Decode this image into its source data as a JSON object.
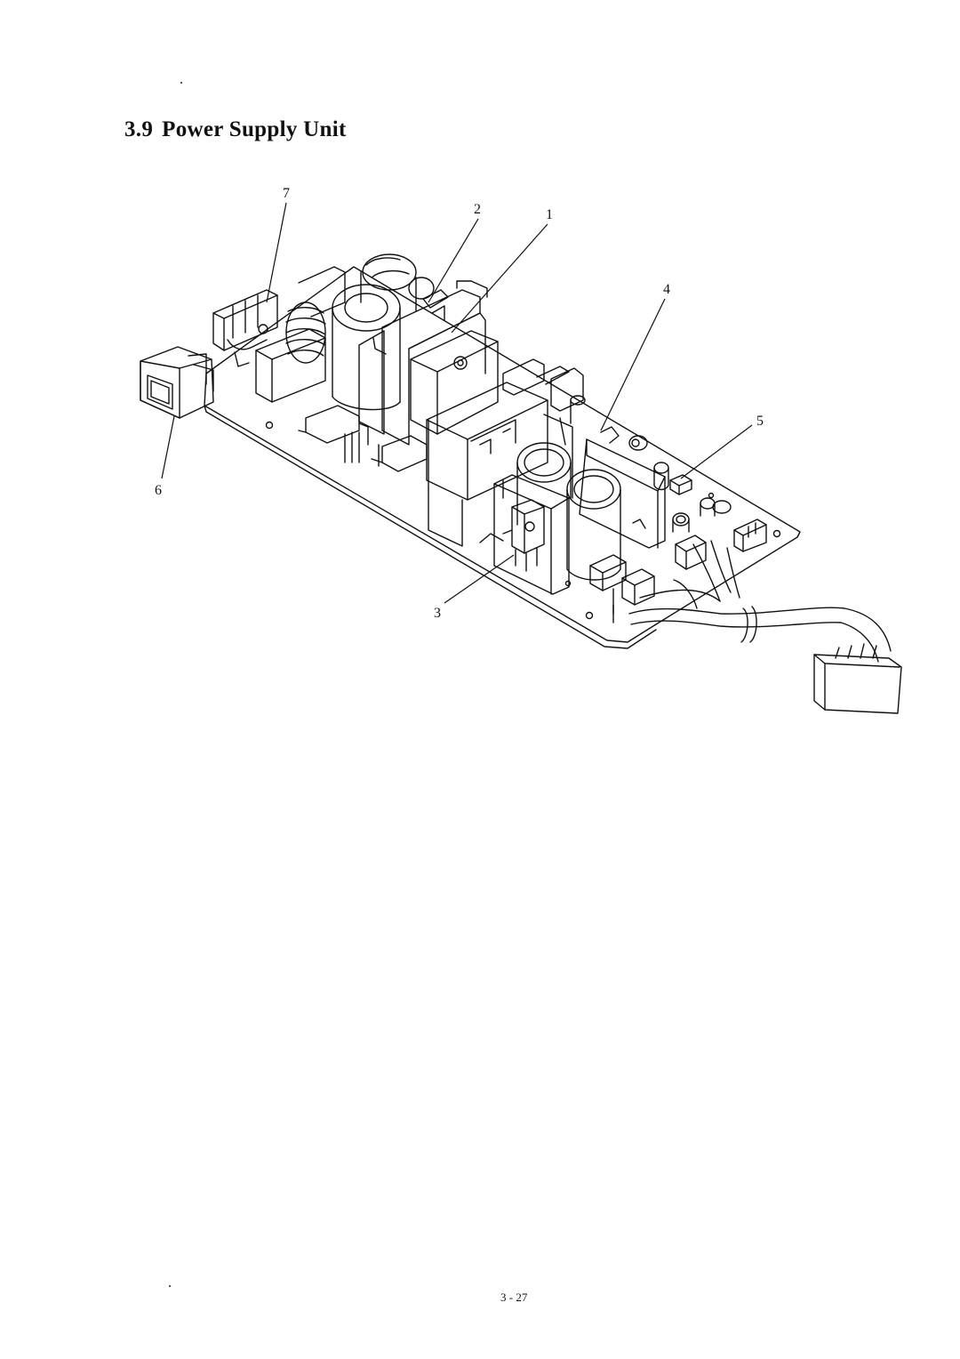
{
  "page": {
    "section_number": "3.9",
    "section_title": "Power Supply Unit",
    "page_number": "3 - 27"
  },
  "figure": {
    "callouts": [
      "7",
      "2",
      "1",
      "4",
      "5",
      "6",
      "3"
    ]
  }
}
